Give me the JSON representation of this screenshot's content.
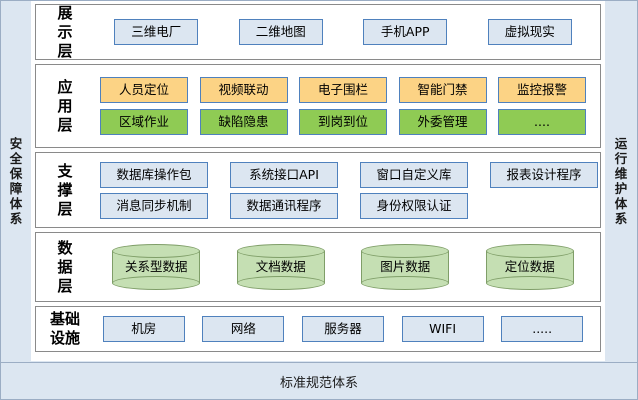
{
  "sides": {
    "left_label": "安全保障体系",
    "right_label": "运行维护体系"
  },
  "bottom": {
    "label": "标准规范体系"
  },
  "colors": {
    "frame_fill": "#dce6f1",
    "frame_border": "#9badc4",
    "node_blue_fill": "#dce6f1",
    "node_blue_border": "#4f81bd",
    "node_yellow_fill": "#fcd385",
    "node_green_fill": "#8fcb54",
    "cylinder_fill": "#c5dfb3",
    "cylinder_border": "#7f9e68",
    "layer_border": "#8a8a8a"
  },
  "layers": [
    {
      "id": "presentation",
      "label": "展示层",
      "rows": [
        {
          "style": "blue-lite",
          "nodes": [
            "三维电厂",
            "二维地图",
            "手机APP",
            "虚拟现实"
          ]
        }
      ]
    },
    {
      "id": "application",
      "label": "应用层",
      "rows": [
        {
          "style": "yellow",
          "nodes": [
            "人员定位",
            "视频联动",
            "电子围栏",
            "智能门禁",
            "监控报警"
          ]
        },
        {
          "style": "green",
          "nodes": [
            "区域作业",
            "缺陷隐患",
            "到岗到位",
            "外委管理",
            "...."
          ]
        }
      ]
    },
    {
      "id": "support",
      "label": "支撑层",
      "rows": [
        {
          "style": "blue-lite",
          "nodes": [
            "数据库操作包",
            "系统接口API",
            "窗口自定义库",
            "报表设计程序"
          ]
        },
        {
          "style": "blue-lite",
          "nodes": [
            "消息同步机制",
            "数据通讯程序",
            "身份权限认证"
          ]
        }
      ]
    },
    {
      "id": "data",
      "label": "数据层",
      "rows": [
        {
          "style": "cylinder",
          "nodes": [
            "关系型数据",
            "文档数据",
            "图片数据",
            "定位数据"
          ]
        }
      ]
    },
    {
      "id": "infrastructure",
      "label": "基础设施",
      "rows": [
        {
          "style": "blue-lite",
          "nodes": [
            "机房",
            "网络",
            "服务器",
            "WIFI",
            "....."
          ]
        }
      ]
    }
  ]
}
